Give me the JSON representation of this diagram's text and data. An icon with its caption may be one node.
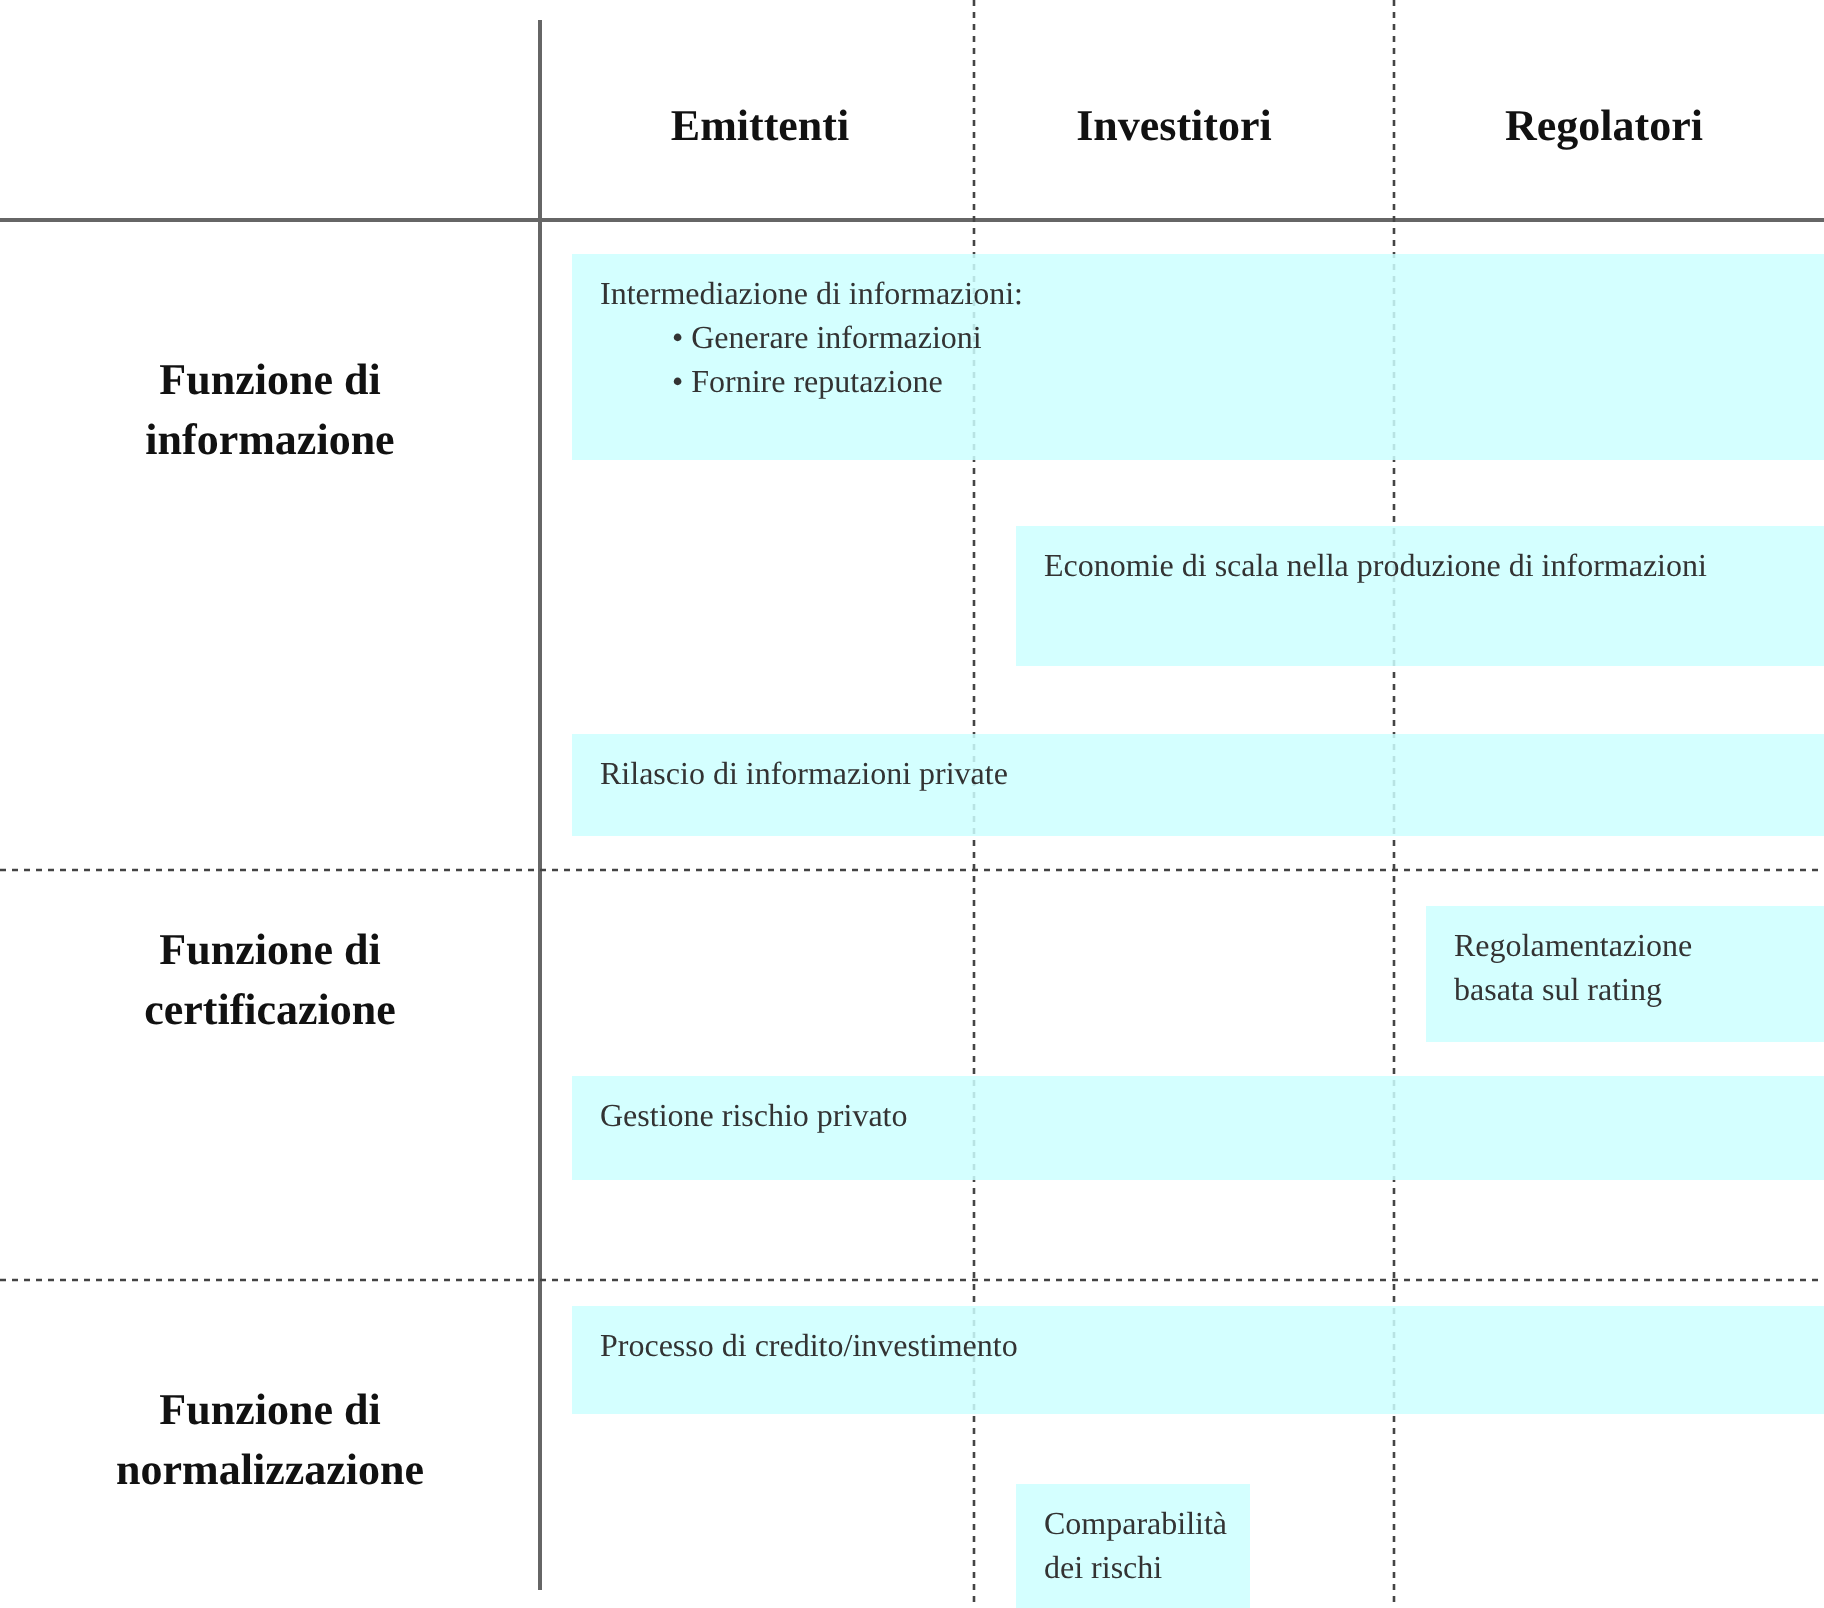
{
  "diagram": {
    "nodes": [
      {
        "text": [
          "Intermediazione di informazioni:",
          "• Generare informazioni",
          "• Fornire reputazione"
        ]
      },
      {
        "text": [
          "Economie di scala nella produzione di informazioni"
        ]
      },
      {
        "text": [
          "Rilascio di informazioni private"
        ]
      },
      {
        "text": [
          "Regolamentazione basata sul rating"
        ]
      },
      {
        "text": [
          "Gestione rischio privato"
        ]
      },
      {
        "text": [
          "Processo di credito/investimento"
        ]
      },
      {
        "text": [
          "Comparabilità dei rischi"
        ]
      }
    ],
    "labels": [
      "Emittenti",
      "Investitori",
      "Regolatori",
      "Funzione di informazione",
      "Funzione di certificazione",
      "Funzione di normalizzazione"
    ]
  }
}
